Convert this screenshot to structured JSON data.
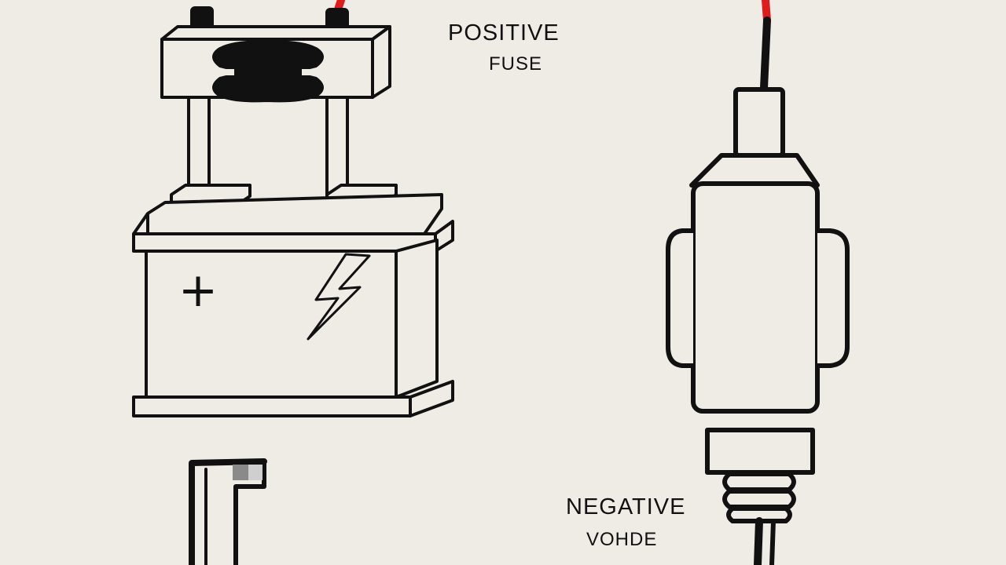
{
  "labels": {
    "positive": "POSITIVE",
    "fuse": "FUSE",
    "negative": "NEGATIVE",
    "voltage": "VOHDE"
  },
  "symbols": {
    "plus": "+"
  },
  "icons": {
    "fuse": "fuse-holder-icon",
    "battery": "car-battery-icon",
    "lightning": "lightning-bolt-icon",
    "plug": "cigarette-lighter-plug-icon",
    "clamp": "negative-cable-clamp-icon"
  },
  "colors": {
    "background": "#efece6",
    "outline": "#111111",
    "positive_wire": "#e01b1b",
    "negative_wire": "#111111"
  }
}
